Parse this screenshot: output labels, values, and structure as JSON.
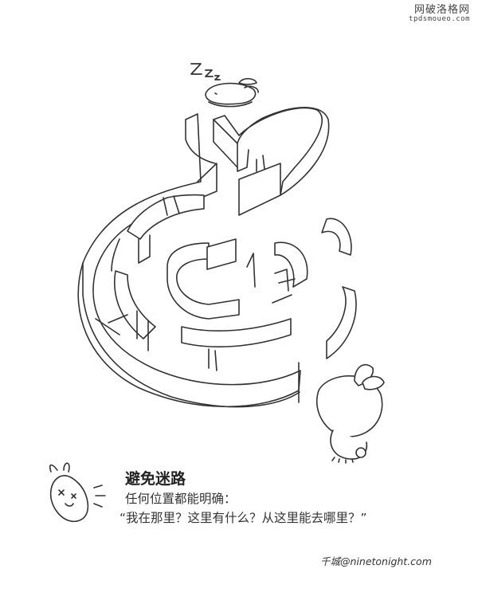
{
  "watermark": {
    "title": "网破洛格网",
    "url": "tpdsmoueo.com"
  },
  "illustration": {
    "sleeping_marks": "Z z z"
  },
  "caption": {
    "heading": "避免迷路",
    "line1": "任何位置都能明确：",
    "line2": "“我在那里？这里有什么？从这里能去哪里？”"
  },
  "signature": "千城@ninetonight.com",
  "colors": {
    "line": "#333333",
    "background": "#ffffff"
  }
}
